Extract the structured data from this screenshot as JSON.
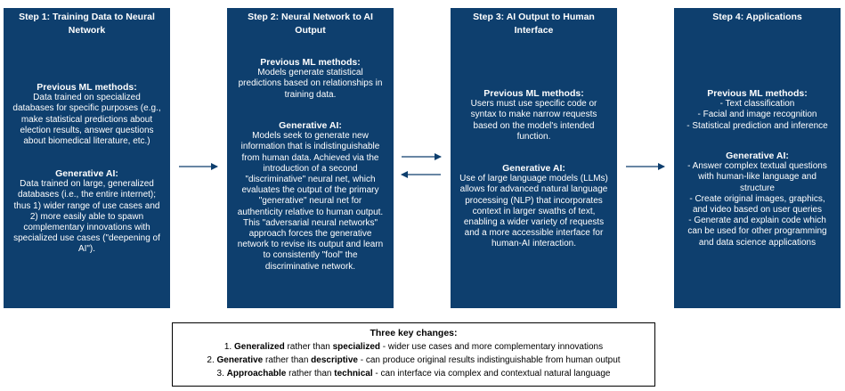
{
  "steps": [
    {
      "title": [
        "Step 1: Training Data to Neural",
        "Network"
      ],
      "prev_heading": "Previous ML methods:",
      "prev_lines": [
        "Data trained on specialized",
        "databases for specific purposes (e.g.,",
        "make statistical predictions about",
        "election results, answer questions",
        "about biomedical literature, etc.)"
      ],
      "gen_heading": "Generative AI:",
      "gen_lines": [
        "Data trained on large, generalized",
        "databases (i.e., the entire internet);",
        "thus 1) wider range of use cases and",
        "2) more easily able to spawn",
        "complementary innovations with",
        "specialized use cases (\"deepening of",
        "AI\")."
      ]
    },
    {
      "title": [
        "Step 2: Neural Network to AI",
        "Output"
      ],
      "prev_heading": "Previous ML methods:",
      "prev_lines": [
        "Models generate statistical",
        "predictions based on relationships in",
        "training data."
      ],
      "gen_heading": "Generative AI:",
      "gen_lines": [
        "Models seek to generate new",
        "information that is indistinguishable",
        "from human data. Achieved via the",
        "introduction of a second",
        "\"discriminative\" neural net, which",
        "evaluates the output of the primary",
        "\"generative\" neural net for",
        "authenticity relative to human output.",
        "This \"adversarial neural networks\"",
        "approach forces the generative",
        "network to revise its output and learn",
        "to consistently \"fool\" the",
        "discriminative network."
      ]
    },
    {
      "title": [
        "Step 3: AI Output to Human",
        "Interface"
      ],
      "prev_heading": "Previous ML methods:",
      "prev_lines": [
        "Users must use specific code or",
        "syntax to make narrow requests",
        "based on the model's intended",
        "function."
      ],
      "gen_heading": "Generative AI:",
      "gen_lines": [
        "Use of large language models (LLMs)",
        "allows for advanced natural language",
        "processing (NLP) that incorporates",
        "context in larger swaths of text,",
        "enabling a wider variety of requests",
        "and a more accessible interface for",
        "human-AI interaction."
      ]
    },
    {
      "title": [
        "Step 4: Applications"
      ],
      "prev_heading": "Previous ML methods:",
      "prev_lines": [
        "- Text classification",
        "- Facial and image recognition",
        "- Statistical prediction and inference"
      ],
      "gen_heading": "Generative AI:",
      "gen_lines": [
        "- Answer complex textual questions",
        "with human-like language and",
        "structure",
        "- Create original images, graphics,",
        "and video based on user queries",
        "- Generate and explain code which",
        "can be used for other programming",
        "and data science applications"
      ]
    }
  ],
  "summary": {
    "title": "Three key changes:",
    "items": [
      {
        "num": "1.",
        "bold": "Generalized",
        "mid": " rather than ",
        "bold2": "specialized",
        "rest": " - wider use cases and more complementary innovations"
      },
      {
        "num": "2.",
        "bold": "Generative",
        "mid": " rather than ",
        "bold2": "descriptive",
        "rest": " - can produce original results indistinguishable from human output"
      },
      {
        "num": "3.",
        "bold": "Approachable",
        "mid": " rather than ",
        "bold2": "technical",
        "rest": " - can interface via complex and contextual natural language"
      }
    ]
  },
  "colors": {
    "box": "#0e3f6e",
    "arrow": "#0e3f6e",
    "text": "#ffffff"
  }
}
